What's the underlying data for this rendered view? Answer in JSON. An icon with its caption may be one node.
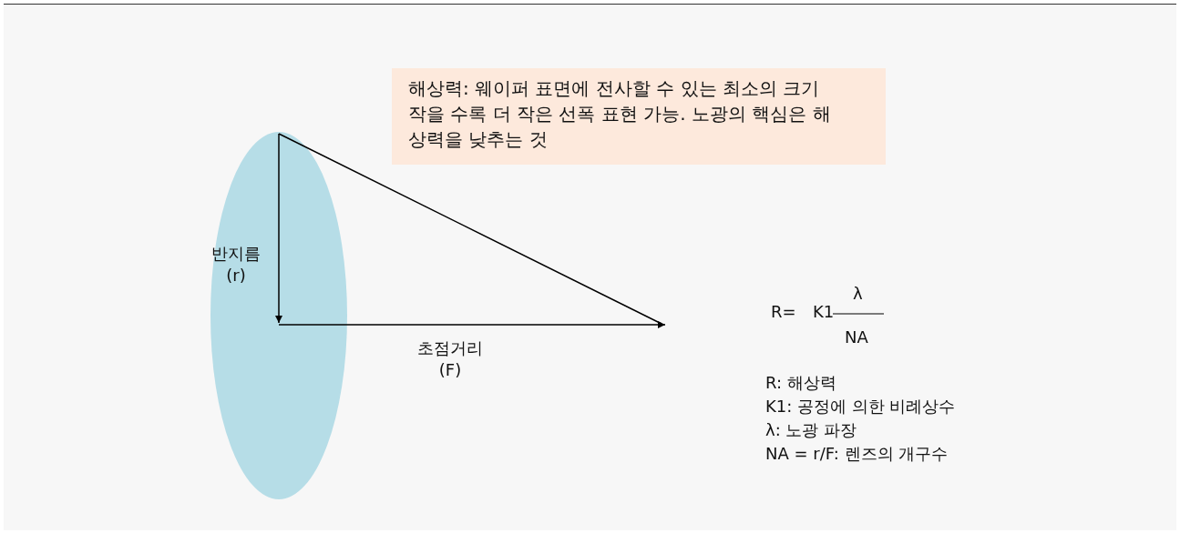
{
  "diagram": {
    "nodes": [
      {
        "text": [
          "해상력: 웨이퍼 표면에 전사할 수 있는 최소의 크기 작을 수록 더 작은 선폭 표현 가능. 노광의 핵심은 해상력을 낮추는 것"
        ]
      }
    ],
    "labels": [
      "반지름 (r)",
      "초점거리 (F)",
      "R=",
      "K1",
      "λ",
      "NA",
      "R: 해상력",
      "K1: 공정에 의한 비례상수",
      "λ: 노광 파장",
      "NA = r/F: 렌즈의 개구수"
    ]
  }
}
